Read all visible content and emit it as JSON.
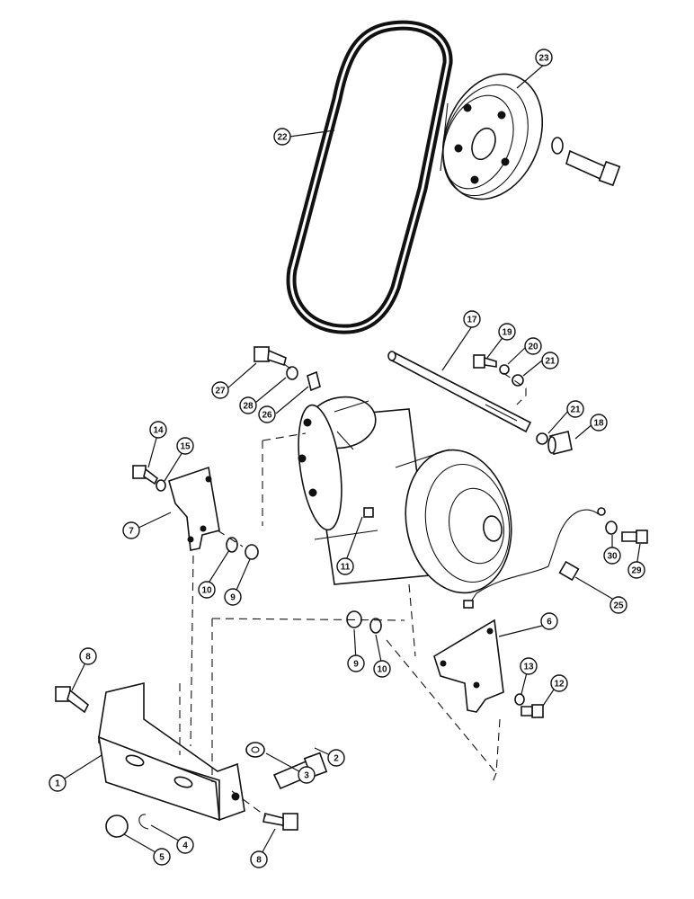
{
  "diagram": {
    "callouts": [
      {
        "id": "c22",
        "label": "22"
      },
      {
        "id": "c23",
        "label": "23"
      },
      {
        "id": "c17",
        "label": "17"
      },
      {
        "id": "c19",
        "label": "19"
      },
      {
        "id": "c20",
        "label": "20"
      },
      {
        "id": "c21a",
        "label": "21"
      },
      {
        "id": "c21b",
        "label": "21"
      },
      {
        "id": "c18",
        "label": "18"
      },
      {
        "id": "c27",
        "label": "27"
      },
      {
        "id": "c28",
        "label": "28"
      },
      {
        "id": "c26",
        "label": "26"
      },
      {
        "id": "c14",
        "label": "14"
      },
      {
        "id": "c15",
        "label": "15"
      },
      {
        "id": "c7",
        "label": "7"
      },
      {
        "id": "c10a",
        "label": "10"
      },
      {
        "id": "c9a",
        "label": "9"
      },
      {
        "id": "c11",
        "label": "11"
      },
      {
        "id": "c30",
        "label": "30"
      },
      {
        "id": "c29",
        "label": "29"
      },
      {
        "id": "c25",
        "label": "25"
      },
      {
        "id": "c6",
        "label": "6"
      },
      {
        "id": "c9b",
        "label": "9"
      },
      {
        "id": "c10b",
        "label": "10"
      },
      {
        "id": "c13",
        "label": "13"
      },
      {
        "id": "c12",
        "label": "12"
      },
      {
        "id": "c8a",
        "label": "8"
      },
      {
        "id": "c2",
        "label": "2"
      },
      {
        "id": "c3",
        "label": "3"
      },
      {
        "id": "c1",
        "label": "1"
      },
      {
        "id": "c4",
        "label": "4"
      },
      {
        "id": "c5",
        "label": "5"
      },
      {
        "id": "c8b",
        "label": "8"
      }
    ]
  }
}
